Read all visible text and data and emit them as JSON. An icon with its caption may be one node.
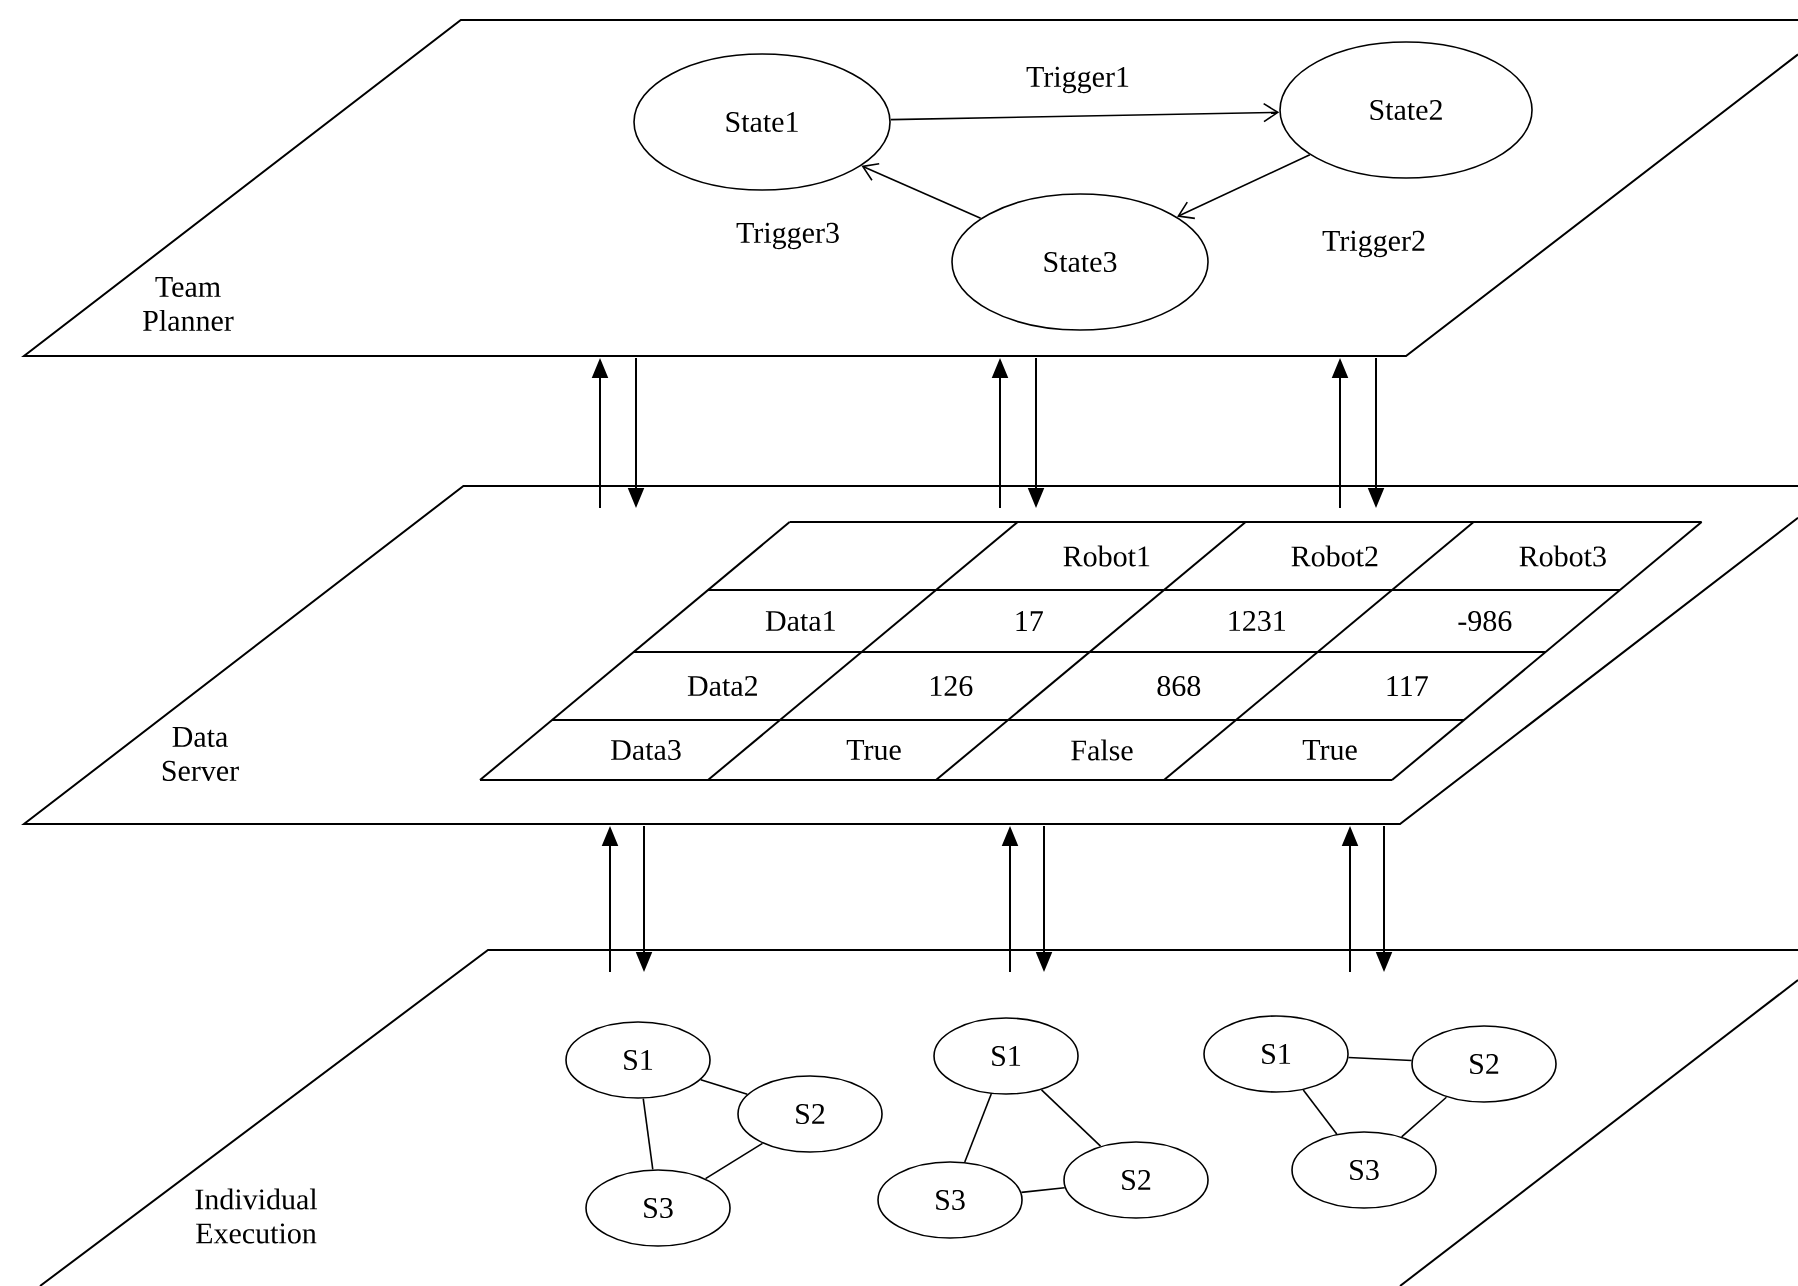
{
  "diagram": {
    "nodes": [
      {
        "text": [
          "Team Planner"
        ]
      },
      {
        "text": [
          "State1"
        ],
        "in": 0
      },
      {
        "text": [
          "State2"
        ],
        "in": 0
      },
      {
        "text": [
          "State3"
        ],
        "in": 0
      },
      {
        "text": [
          "Data Server"
        ]
      },
      {
        "text": [
          "Individual Execution"
        ]
      },
      {
        "text": [
          "S1"
        ],
        "in": 5
      },
      {
        "text": [
          "S2"
        ],
        "in": 5
      },
      {
        "text": [
          "S3"
        ],
        "in": 5
      },
      {
        "text": [
          "S1"
        ],
        "in": 5
      },
      {
        "text": [
          "S3"
        ],
        "in": 5
      },
      {
        "text": [
          "S2"
        ],
        "in": 5
      },
      {
        "text": [
          "S1"
        ],
        "in": 5
      },
      {
        "text": [
          "S2"
        ],
        "in": 5
      },
      {
        "text": [
          "S3"
        ],
        "in": 5
      }
    ],
    "edges": [
      {
        "from": 1,
        "to": 2,
        "arrow": "to",
        "label": "Trigger1"
      },
      {
        "from": 2,
        "to": 3,
        "arrow": "to",
        "label": "Trigger2"
      },
      {
        "from": 3,
        "to": 1,
        "arrow": "to",
        "label": "Trigger3"
      },
      {
        "from": 4,
        "to": 0,
        "arrow": "to"
      },
      {
        "from": 0,
        "to": 4,
        "arrow": "to"
      },
      {
        "from": 4,
        "to": 0,
        "arrow": "to"
      },
      {
        "from": 0,
        "to": 4,
        "arrow": "to"
      },
      {
        "from": 4,
        "to": 0,
        "arrow": "to"
      },
      {
        "from": 0,
        "to": 4,
        "arrow": "to"
      },
      {
        "from": 5,
        "to": 4,
        "arrow": "to"
      },
      {
        "from": 4,
        "to": 5,
        "arrow": "to"
      },
      {
        "from": 5,
        "to": 4,
        "arrow": "to"
      },
      {
        "from": 4,
        "to": 5,
        "arrow": "to"
      },
      {
        "from": 5,
        "to": 4,
        "arrow": "to"
      },
      {
        "from": 4,
        "to": 5,
        "arrow": "to"
      },
      {
        "from": 6,
        "to": 7,
        "arrow": "none"
      },
      {
        "from": 6,
        "to": 8,
        "arrow": "none"
      },
      {
        "from": 7,
        "to": 8,
        "arrow": "none"
      },
      {
        "from": 9,
        "to": 10,
        "arrow": "none"
      },
      {
        "from": 9,
        "to": 11,
        "arrow": "none"
      },
      {
        "from": 10,
        "to": 11,
        "arrow": "none"
      },
      {
        "from": 12,
        "to": 13,
        "arrow": "none"
      },
      {
        "from": 12,
        "to": 14,
        "arrow": "none"
      },
      {
        "from": 13,
        "to": 14,
        "arrow": "none"
      }
    ],
    "labels": [
      "Robot1",
      "Robot2",
      "Robot3",
      "Data1",
      "17",
      "1231",
      "-986",
      "Data2",
      "126",
      "868",
      "117",
      "Data3",
      "True",
      "False",
      "True"
    ]
  }
}
